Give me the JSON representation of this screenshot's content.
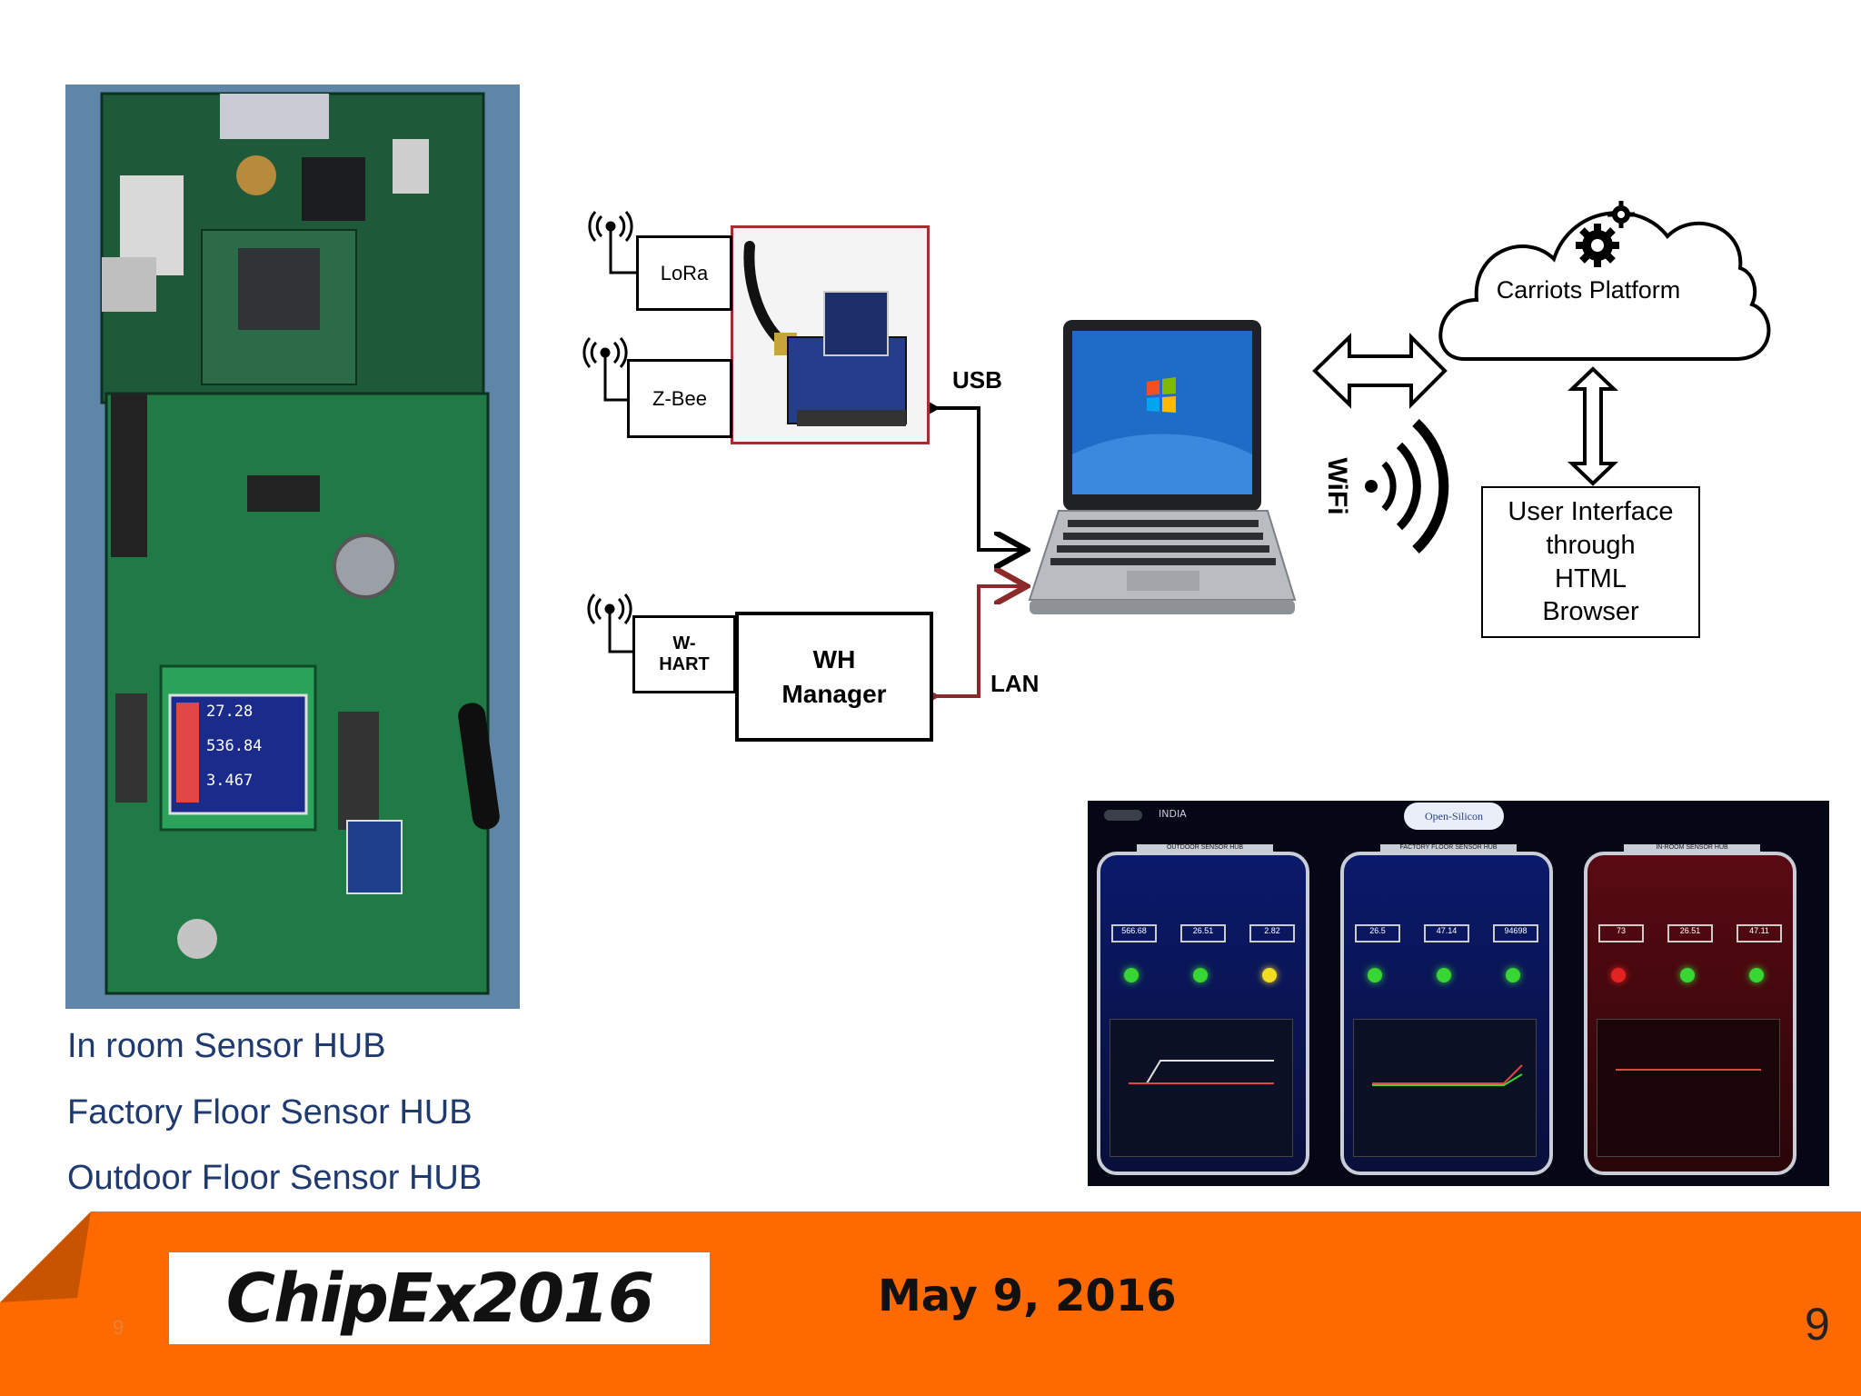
{
  "diagram": {
    "nodes": {
      "lora": "LoRa",
      "zbee": "Z-Bee",
      "whart": "W-\nHART",
      "wh_manager": "WH\nManager",
      "cloud": "Carriots Platform",
      "ui_box": "User Interface\nthrough\nHTML\nBrowser"
    },
    "edge_labels": {
      "usb": "USB",
      "lan": "LAN",
      "wifi": "WiFi"
    }
  },
  "captions": [
    "In room Sensor HUB",
    "Factory Floor Sensor HUB",
    "Outdoor Floor Sensor HUB"
  ],
  "board": {
    "lcd_values": [
      "27.28",
      "536.84",
      "3.467"
    ]
  },
  "dashboard": {
    "brand": "Open-Silicon",
    "tab": "INDIA",
    "panels": [
      {
        "title": "OUTDOOR SENSOR HUB",
        "values": [
          "566.68",
          "26.51",
          "2.82"
        ],
        "leds": [
          "#37d633",
          "#37d633",
          "#f2dd22"
        ]
      },
      {
        "title": "FACTORY FLOOR SENSOR HUB",
        "values": [
          "26.5",
          "47.14",
          "94698"
        ],
        "leds": [
          "#37d633",
          "#37d633",
          "#37d633"
        ]
      },
      {
        "title": "IN-ROOM SENSOR HUB",
        "values": [
          "73",
          "26.51",
          "47.11"
        ],
        "leds": [
          "#e32222",
          "#37d633",
          "#37d633"
        ]
      }
    ]
  },
  "footer": {
    "logo": "ChipEx2016",
    "date": "May 9, 2016",
    "page_small": "9",
    "page": "9"
  },
  "colors": {
    "footer": "#ff6a00",
    "caption": "#1f3a6e",
    "lan_arrow": "#8b2a2a"
  }
}
